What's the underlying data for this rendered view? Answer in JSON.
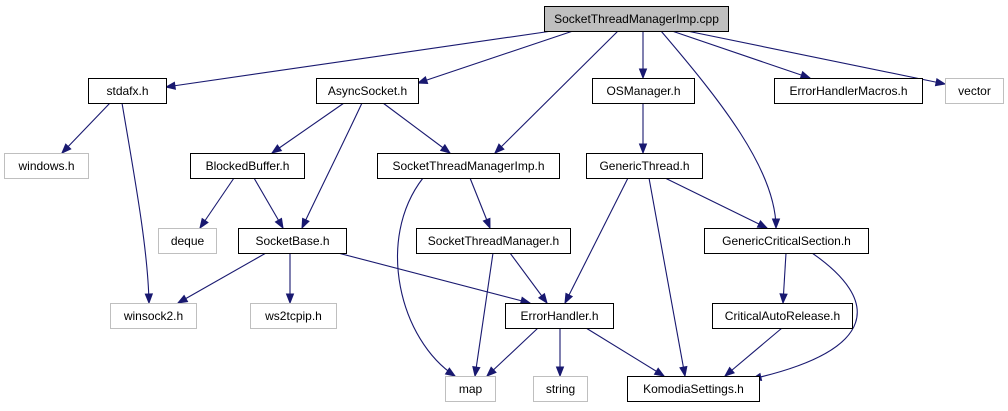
{
  "diagram": {
    "root": "SocketThreadManagerImp.cpp",
    "nodes": [
      {
        "id": "root",
        "label": "SocketThreadManagerImp.cpp",
        "kind": "root"
      },
      {
        "id": "stdafx",
        "label": "stdafx.h",
        "kind": "documented"
      },
      {
        "id": "asyncsocket",
        "label": "AsyncSocket.h",
        "kind": "documented"
      },
      {
        "id": "osmanager",
        "label": "OSManager.h",
        "kind": "documented"
      },
      {
        "id": "errmacros",
        "label": "ErrorHandlerMacros.h",
        "kind": "documented"
      },
      {
        "id": "vector",
        "label": "vector",
        "kind": "external"
      },
      {
        "id": "windows",
        "label": "windows.h",
        "kind": "external"
      },
      {
        "id": "blockedbuffer",
        "label": "BlockedBuffer.h",
        "kind": "documented"
      },
      {
        "id": "stmimp",
        "label": "SocketThreadManagerImp.h",
        "kind": "documented"
      },
      {
        "id": "genericthread",
        "label": "GenericThread.h",
        "kind": "documented"
      },
      {
        "id": "deque",
        "label": "deque",
        "kind": "external"
      },
      {
        "id": "socketbase",
        "label": "SocketBase.h",
        "kind": "documented"
      },
      {
        "id": "stm",
        "label": "SocketThreadManager.h",
        "kind": "documented"
      },
      {
        "id": "gcs",
        "label": "GenericCriticalSection.h",
        "kind": "documented"
      },
      {
        "id": "winsock2",
        "label": "winsock2.h",
        "kind": "external"
      },
      {
        "id": "ws2tcpip",
        "label": "ws2tcpip.h",
        "kind": "external"
      },
      {
        "id": "errorhandler",
        "label": "ErrorHandler.h",
        "kind": "documented"
      },
      {
        "id": "car",
        "label": "CriticalAutoRelease.h",
        "kind": "documented"
      },
      {
        "id": "map",
        "label": "map",
        "kind": "external"
      },
      {
        "id": "string",
        "label": "string",
        "kind": "external"
      },
      {
        "id": "komodia",
        "label": "KomodiaSettings.h",
        "kind": "documented"
      }
    ],
    "edges": [
      [
        "root",
        "stdafx"
      ],
      [
        "root",
        "asyncsocket"
      ],
      [
        "root",
        "stmimp"
      ],
      [
        "root",
        "osmanager"
      ],
      [
        "root",
        "gcs"
      ],
      [
        "root",
        "errmacros"
      ],
      [
        "root",
        "vector"
      ],
      [
        "stdafx",
        "windows"
      ],
      [
        "stdafx",
        "winsock2"
      ],
      [
        "asyncsocket",
        "blockedbuffer"
      ],
      [
        "asyncsocket",
        "socketbase"
      ],
      [
        "asyncsocket",
        "stmimp"
      ],
      [
        "blockedbuffer",
        "deque"
      ],
      [
        "blockedbuffer",
        "socketbase"
      ],
      [
        "socketbase",
        "winsock2"
      ],
      [
        "socketbase",
        "ws2tcpip"
      ],
      [
        "socketbase",
        "errorhandler"
      ],
      [
        "stmimp",
        "stm"
      ],
      [
        "stmimp",
        "map"
      ],
      [
        "stm",
        "errorhandler"
      ],
      [
        "stm",
        "map"
      ],
      [
        "osmanager",
        "genericthread"
      ],
      [
        "genericthread",
        "gcs"
      ],
      [
        "genericthread",
        "errorhandler"
      ],
      [
        "genericthread",
        "komodia"
      ],
      [
        "gcs",
        "car"
      ],
      [
        "gcs",
        "komodia"
      ],
      [
        "car",
        "komodia"
      ],
      [
        "errorhandler",
        "map"
      ],
      [
        "errorhandler",
        "string"
      ],
      [
        "errorhandler",
        "komodia"
      ]
    ],
    "colors": {
      "edge": "#191970",
      "root_fill": "#bfbfbf",
      "root_border": "#000000",
      "documented_border": "#000000",
      "external_border": "#bfbfbf",
      "node_fill": "#ffffff"
    }
  }
}
